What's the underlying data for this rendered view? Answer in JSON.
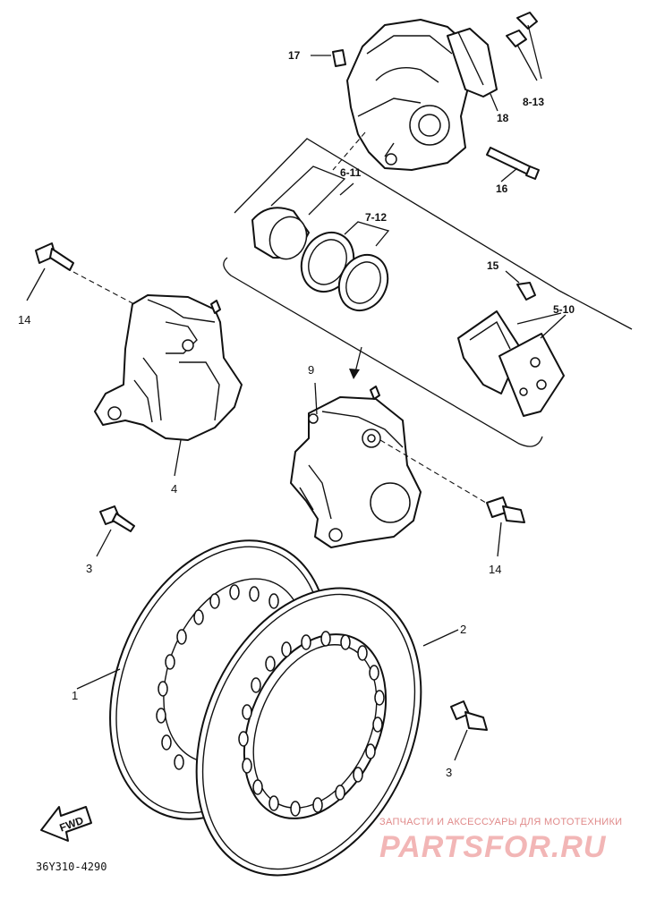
{
  "diagram": {
    "diagram_code": "36Y310-4290",
    "fwd_label": "FWD",
    "labels": {
      "p1": "1",
      "p2": "2",
      "p3a": "3",
      "p3b": "3",
      "p4": "4",
      "p5_10": "5-10",
      "p6_11": "6-11",
      "p7_12": "7-12",
      "p8_13": "8-13",
      "p9": "9",
      "p14a": "14",
      "p14b": "14",
      "p15": "15",
      "p16": "16",
      "p17": "17",
      "p18": "18"
    }
  },
  "watermark": {
    "caption": "ЗАПЧАСТИ И АКСЕССУАРЫ ДЛЯ МОТОТЕХНИКИ",
    "brand": "PARTSFOR.RU"
  }
}
